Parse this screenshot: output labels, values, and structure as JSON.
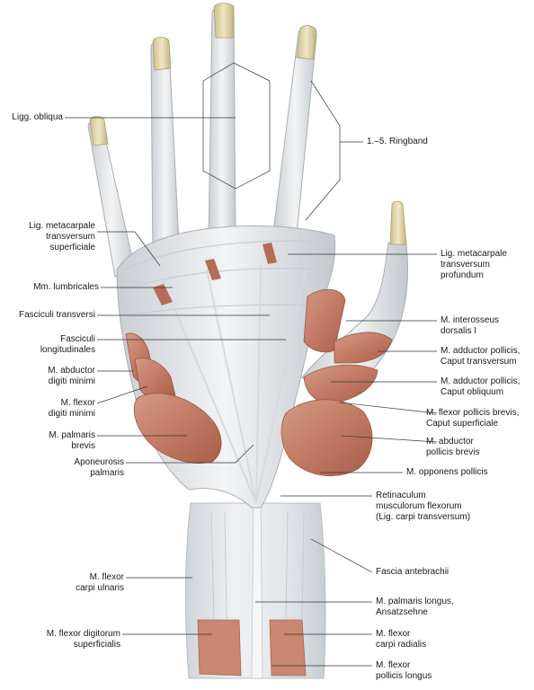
{
  "labels": {
    "ligg_obliqua": [
      "Ligg. obliqua"
    ],
    "ringband": [
      "1.–5. Ringband"
    ],
    "lig_metacarpale_superficiale": [
      "Lig. metacarpale",
      "transversum",
      "superficiale"
    ],
    "lig_metacarpale_profundum": [
      "Lig. metacarpale",
      "transversum",
      "profundum"
    ],
    "mm_lumbricales": [
      "Mm. lumbricales"
    ],
    "fasciculi_transversi": [
      "Fasciculi transversi"
    ],
    "fasciculi_longitudinales": [
      "Fasciculi",
      "longitudinales"
    ],
    "m_interosseus": [
      "M. interosseus",
      "dorsalis I"
    ],
    "m_abductor_digiti": [
      "M. abductor",
      "digiti minimi"
    ],
    "m_adductor_transversum": [
      "M. adductor pollicis,",
      "Caput transversum"
    ],
    "m_adductor_obliquum": [
      "M. adductor pollicis,",
      "Caput obliquum"
    ],
    "m_flexor_digiti": [
      "M. flexor",
      "digiti minimi"
    ],
    "m_flexor_pollicis_brevis": [
      "M. flexor pollicis brevis,",
      "Caput superficiale"
    ],
    "m_palmaris_brevis": [
      "M. palmaris",
      "brevis"
    ],
    "m_abductor_pollicis_brevis": [
      "M. abductor",
      "pollicis brevis"
    ],
    "aponeurosis": [
      "Aponeurosis",
      "palmaris"
    ],
    "m_opponens": [
      "M. opponens pollicis"
    ],
    "retinaculum": [
      "Retinaculum",
      "musculorum flexorum",
      "(Lig. carpi transversum)"
    ],
    "fascia_antebrachii": [
      "Fascia antebrachii"
    ],
    "m_flexor_carpi_ulnaris": [
      "M. flexor",
      "carpi ulnaris"
    ],
    "m_palmaris_longus": [
      "M. palmaris longus,",
      "Ansatzsehne"
    ],
    "m_flexor_digitorum": [
      "M. flexor digitorum",
      "superficialis"
    ],
    "m_flexor_carpi_radialis": [
      "M. flexor",
      "carpi radialis"
    ],
    "m_flexor_pollicis_longus": [
      "M. flexor",
      "pollicis longus"
    ]
  }
}
